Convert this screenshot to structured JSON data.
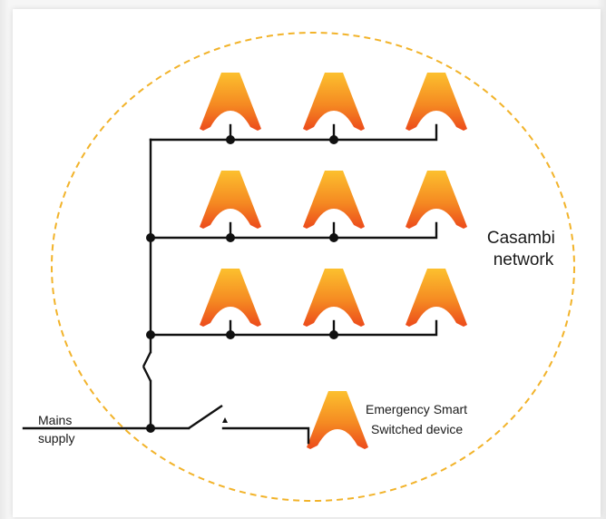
{
  "diagram": {
    "network_label": [
      "Casambi",
      "network"
    ],
    "mains_label": [
      "Mains",
      "supply"
    ],
    "emergency_label": [
      "Emergency Smart",
      "Switched device"
    ]
  },
  "colors": {
    "network_boundary": "#f2b32a",
    "wire": "#111111",
    "lamp_top": "#f9b12a",
    "lamp_bottom": "#ee4a1c"
  },
  "icons": {
    "luminaire": "luminaire-icon",
    "emergency": "emergency-luminaire-icon",
    "switch": "switch-icon"
  }
}
